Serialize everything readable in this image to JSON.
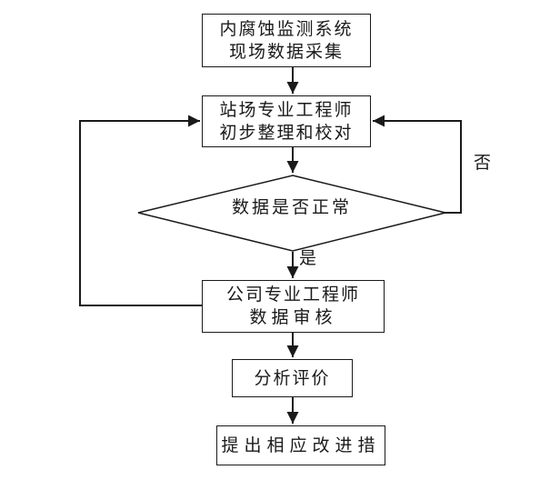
{
  "flowchart": {
    "background_color": "#ffffff",
    "line_color": "#1a1a1a",
    "nodes": [
      {
        "id": "field-data-collection",
        "shape": "rectangle",
        "lines": [
          "内腐蚀监测系统",
          "现场数据采集"
        ]
      },
      {
        "id": "station-engineer-review",
        "shape": "rectangle",
        "lines": [
          "站场专业工程师",
          "初步整理和校对"
        ]
      },
      {
        "id": "data-normal-decision",
        "shape": "diamond",
        "lines": [
          "数据是否正常"
        ]
      },
      {
        "id": "company-engineer-audit",
        "shape": "rectangle",
        "lines": [
          "公司专业工程师",
          "数据审核"
        ]
      },
      {
        "id": "analysis-evaluation",
        "shape": "rectangle",
        "lines": [
          "分析评价"
        ]
      },
      {
        "id": "improvement-measures",
        "shape": "rectangle",
        "lines": [
          "提出相应改进措"
        ]
      }
    ],
    "edge_labels": {
      "no": "否",
      "yes": "是"
    }
  }
}
